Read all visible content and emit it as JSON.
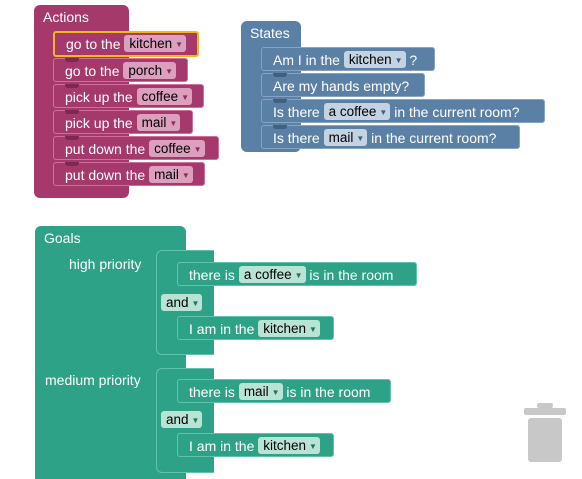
{
  "colors": {
    "actions": "#a5396c",
    "states": "#5b80a5",
    "goals": "#2ea287",
    "selection": "#f3b61f",
    "trash": "#c8c8c8"
  },
  "actions": {
    "title": "Actions",
    "items": [
      {
        "prefix": "go to the",
        "value": "kitchen",
        "selected": true
      },
      {
        "prefix": "go to the",
        "value": "porch"
      },
      {
        "prefix": "pick up the",
        "value": "coffee"
      },
      {
        "prefix": "pick up the",
        "value": "mail"
      },
      {
        "prefix": "put down the",
        "value": "coffee"
      },
      {
        "prefix": "put down the",
        "value": "mail"
      }
    ]
  },
  "states": {
    "title": "States",
    "items": [
      {
        "prefix": "Am I in the",
        "value": "kitchen",
        "suffix": "?"
      },
      {
        "prefix": "Are my hands empty?"
      },
      {
        "prefix": "Is there",
        "value": "a coffee",
        "suffix": "in the current room?"
      },
      {
        "prefix": "Is there",
        "value": "mail",
        "suffix": "in the current room?"
      }
    ]
  },
  "goals": {
    "title": "Goals",
    "high": {
      "label": "high priority",
      "first": {
        "prefix": "there is",
        "value": "a coffee",
        "suffix": "is in the room"
      },
      "op": "and",
      "second": {
        "prefix": "I am in the",
        "value": "kitchen"
      }
    },
    "medium": {
      "label": "medium priority",
      "first": {
        "prefix": "there is",
        "value": "mail",
        "suffix": "is in the room"
      },
      "op": "and",
      "second": {
        "prefix": "I am in the",
        "value": "kitchen"
      }
    }
  },
  "icons": {
    "dropdown": "dropdown-arrow-icon",
    "trash": "trash-can-icon"
  }
}
